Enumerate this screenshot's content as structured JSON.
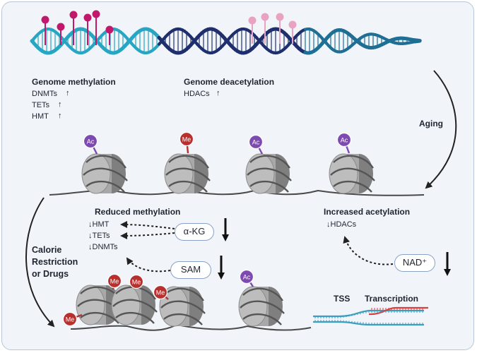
{
  "labels": {
    "genome_methylation": "Genome methylation",
    "dnmts": "DNMTs",
    "tets": "TETs",
    "hmt": "HMT",
    "genome_deacetylation": "Genome deacetylation",
    "hdacs": "HDACs",
    "up_arrow": "↑",
    "aging": "Aging",
    "reduced_methylation": "Reduced methylation",
    "down_hmt": "↓HMT",
    "down_tets": "↓TETs",
    "down_dnmts": "↓DNMTs",
    "alpha_kg": "α-KG",
    "sam": "SAM",
    "increased_acetylation": "Increased acetylation",
    "down_hdacs": "↓HDACs",
    "nad": "NAD⁺",
    "calorie_1": "Calorie",
    "calorie_2": "Restriction",
    "calorie_3": "or Drugs",
    "tss": "TSS",
    "transcription": "Transcription"
  },
  "marks": {
    "acetyl": "Ac",
    "methyl": "Me"
  },
  "colors": {
    "background": "#f1f4f9",
    "border": "#b9c6d8",
    "dna_teal": "#27a6c4",
    "dna_navy": "#1f2f6e",
    "dna_mid": "#1f6f95",
    "methyl_dark_pin": "#c2186b",
    "methyl_light_pin": "#e8a2c2",
    "acetyl_mark": "#7d4bb0",
    "methyl_mark": "#b7302e",
    "nucleosome": "#9a9a9a",
    "transcript_red": "#d9413c",
    "transcript_blue": "#3c9dbf"
  }
}
